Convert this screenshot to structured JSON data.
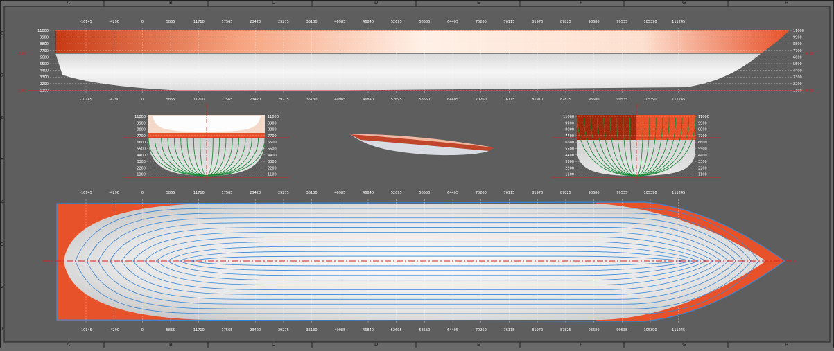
{
  "frame": {
    "columns": [
      "A",
      "B",
      "C",
      "D",
      "E",
      "F",
      "G",
      "H"
    ],
    "rows_left": [
      "8",
      "7",
      "6",
      "5",
      "4",
      "3",
      "2",
      "1"
    ]
  },
  "stations": [
    "-10145",
    "-4290",
    "0",
    "5855",
    "11710",
    "17565",
    "23420",
    "29275",
    "35130",
    "40985",
    "46840",
    "52695",
    "58550",
    "64405",
    "70260",
    "76115",
    "81970",
    "87825",
    "93680",
    "99535",
    "105390",
    "111245"
  ],
  "waterlines": [
    "11000",
    "9900",
    "8800",
    "7700",
    "6600",
    "5500",
    "4400",
    "3300",
    "2200",
    "1100"
  ],
  "baseline_label": "0.00",
  "colors": {
    "background": "#6a6a6a",
    "panel": "#5f5f5f",
    "hull_orange": "#e8522a",
    "hull_white": "#f2f2f2",
    "station_lines_green": "#1e8a3a",
    "waterline_blue": "#3a86d4",
    "ref_red": "#d42020"
  }
}
